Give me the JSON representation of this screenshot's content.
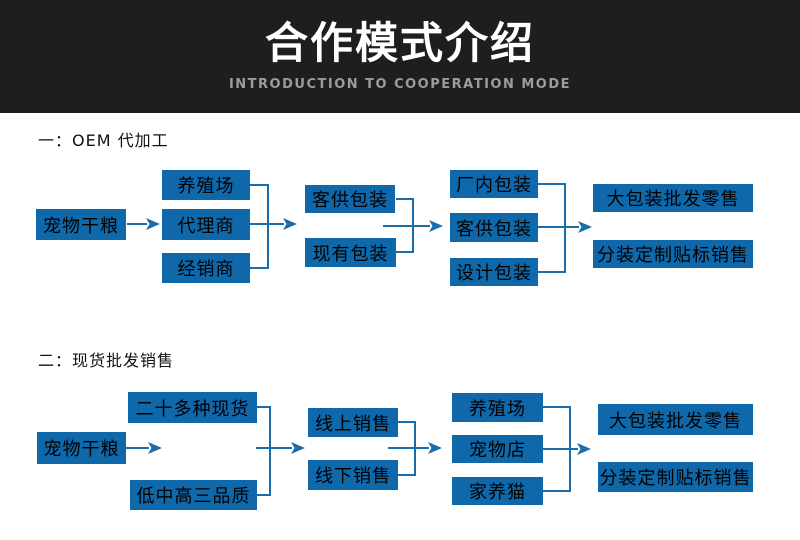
{
  "header": {
    "title": "合作模式介绍",
    "subtitle": "INTRODUCTION TO COOPERATION MODE"
  },
  "colors": {
    "header_bg": "#1e1e1e",
    "title": "#ffffff",
    "subtitle": "#9c9c9c",
    "node_fill": "#0e68aa",
    "node_text": "#000000",
    "connector": "#1b6cab",
    "canvas_bg": "#ffffff"
  },
  "sections": [
    {
      "label": "一：OEM 代加工",
      "columns": [
        [
          "宠物干粮"
        ],
        [
          "养殖场",
          "代理商",
          "经销商"
        ],
        [
          "客供包装",
          "现有包装"
        ],
        [
          "厂内包装",
          "客供包装",
          "设计包装"
        ],
        [
          "大包装批发零售",
          "分装定制贴标销售"
        ]
      ]
    },
    {
      "label": "二：现货批发销售",
      "columns": [
        [
          "宠物干粮"
        ],
        [
          "二十多种现货",
          "低中高三品质"
        ],
        [
          "线上销售",
          "线下销售"
        ],
        [
          "养殖场",
          "宠物店",
          "家养猫"
        ],
        [
          "大包装批发零售",
          "分装定制贴标销售"
        ]
      ]
    }
  ]
}
